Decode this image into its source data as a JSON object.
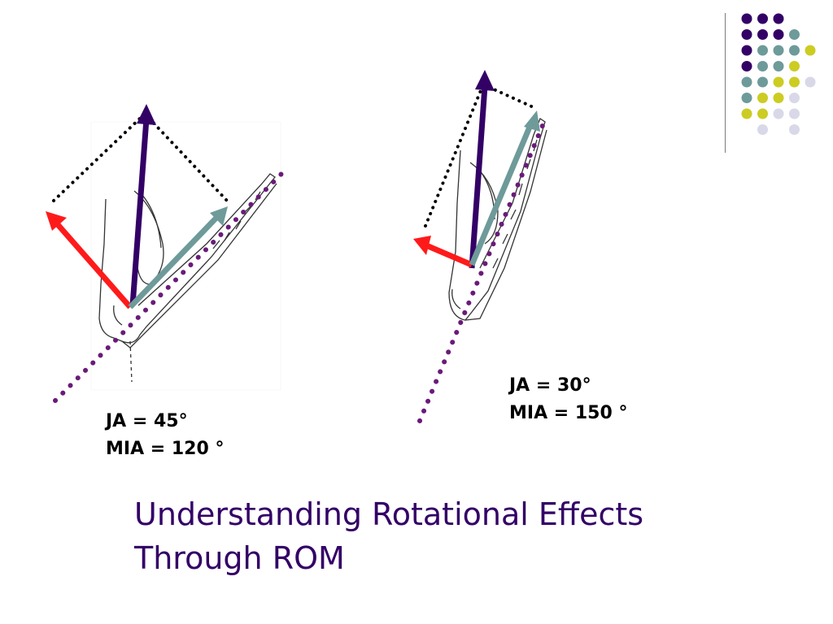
{
  "slide": {
    "title_line1": "Understanding Rotational Effects",
    "title_line2": "Through ROM",
    "title_color": "#330066"
  },
  "diagram_left": {
    "ja_label": "JA = 45°",
    "mia_label": "MIA = 120 °"
  },
  "diagram_right": {
    "ja_label": "JA = 30°",
    "mia_label": "MIA = 150 °"
  },
  "colors": {
    "muscle_force_arrow": "#330066",
    "rotary_component_arrow": "#ff1a1a",
    "parallel_component_arrow": "#6e9a9a",
    "bone_line_dots": "#6a1a7a",
    "construction_dots": "#000000",
    "deco_purple": "#330066",
    "deco_teal": "#6e9a9a",
    "deco_yellow": "#cccc22",
    "deco_lavender": "#d8d8e8"
  },
  "icons": {
    "decoration": "dot-grid-decoration-icon",
    "arm": "arm-sketch-icon"
  }
}
